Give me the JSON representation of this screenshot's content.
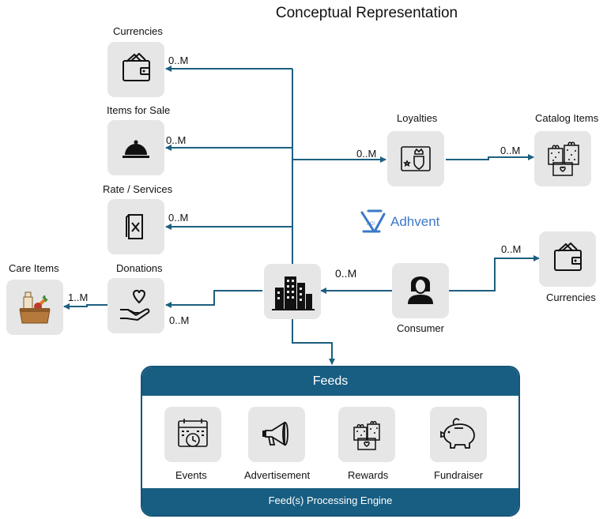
{
  "title": "Conceptual Representation",
  "brand": {
    "name": "Adhvent",
    "color": "#3c78c8"
  },
  "colors": {
    "connector": "#1d5f80",
    "tile": "#e6e6e6",
    "panel": "#185e82"
  },
  "nodes": {
    "currencies_top": {
      "label": "Currencies",
      "icon": "wallet-icon"
    },
    "items_for_sale": {
      "label": "Items for Sale",
      "icon": "cloche-icon"
    },
    "rate_services": {
      "label": "Rate / Services",
      "icon": "menu-card-icon"
    },
    "donations": {
      "label": "Donations",
      "icon": "heart-hand-icon"
    },
    "care_items": {
      "label": "Care Items",
      "icon": "care-box-icon"
    },
    "business": {
      "icon": "buildings-icon"
    },
    "loyalties": {
      "label": "Loyalties",
      "icon": "loyalty-card-icon"
    },
    "catalog_items": {
      "label": "Catalog Items",
      "icon": "gift-boxes-icon"
    },
    "consumer": {
      "label": "Consumer",
      "icon": "person-icon"
    },
    "currencies_right": {
      "label": "Currencies",
      "icon": "wallet-icon"
    }
  },
  "multiplicities": {
    "currencies_top": "0..M",
    "items_for_sale": "0..M",
    "rate_services": "0..M",
    "donations": "0..M",
    "care_items": "1..M",
    "loyalties": "0..M",
    "catalog_items": "0..M",
    "consumer": "0..M",
    "currencies_right": "0..M"
  },
  "feeds": {
    "header": "Feeds",
    "footer": "Feed(s) Processing Engine",
    "items": [
      {
        "label": "Events",
        "icon": "calendar-icon"
      },
      {
        "label": "Advertisement",
        "icon": "megaphone-icon"
      },
      {
        "label": "Rewards",
        "icon": "gift-boxes-icon"
      },
      {
        "label": "Fundraiser",
        "icon": "piggy-bank-icon"
      }
    ]
  }
}
